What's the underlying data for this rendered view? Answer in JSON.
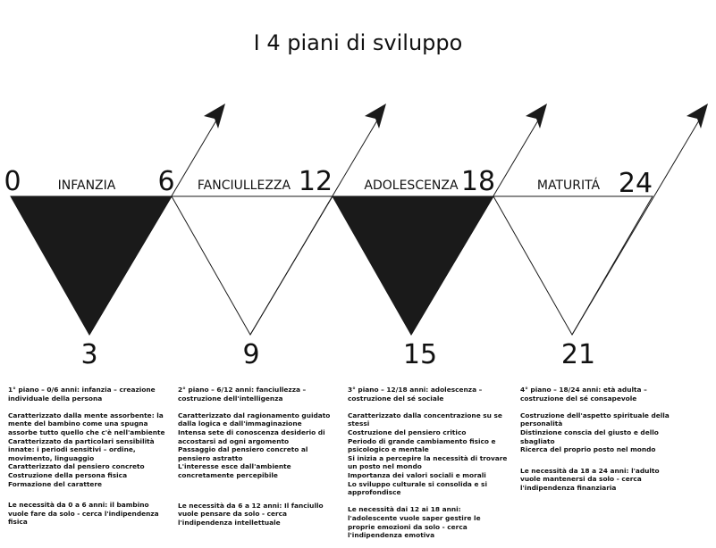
{
  "title": "I  4 piani di sviluppo",
  "ages_top": [
    "0",
    "6",
    "12",
    "18",
    "24"
  ],
  "ages_bottom": [
    "3",
    "9",
    "15",
    "21"
  ],
  "phases": [
    "INFANZIA",
    "FANCIULLEZZA",
    "ADOLESCENZA",
    "MATURITÁ"
  ],
  "colors": {
    "filled": "#1a1a1a",
    "line": "#1a1a1a",
    "background": "#ffffff"
  },
  "columns": [
    {
      "heading": "1° piano – 0/6 anni: infanzia – creazione individuale della persona",
      "characteristics": [
        "Caratterizzato dalla mente assorbente:  la mente del bambino  come una spugna  assorbe tutto quello che c'è nell'ambiente",
        "Caratterizzato da particolari sensibilità innate: i periodi sensitivi – ordine, movimento, linguaggio",
        "Caratterizzato dal pensiero concreto",
        "Costruzione della persona fisica",
        "Formazione del carattere"
      ],
      "need": "Le necessità da 0 a 6 anni: il bambino vuole fare da solo - cerca l'indipendenza fisica"
    },
    {
      "heading": "2° piano – 6/12 anni: fanciullezza – costruzione dell'intelligenza",
      "characteristics": [
        "Caratterizzato dal ragionamento guidato dalla logica e dall'immaginazione",
        "Intensa sete di conoscenza desiderio di accostarsi ad ogni argomento",
        "Passaggio dal pensiero concreto al pensiero astratto",
        "L'interesse esce dall'ambiente concretamente percepibile"
      ],
      "need": "Le necessità da 6 a 12 anni: Il fanciullo vuole pensare da solo - cerca l'indipendenza intellettuale"
    },
    {
      "heading": "3° piano – 12/18 anni: adolescenza – costruzione del sé sociale",
      "characteristics": [
        "Caratterizzato dalla concentrazione su se stessi",
        "Costruzione del pensiero critico",
        "Periodo di grande cambiamento fisico e psicologico e mentale",
        "Si inizia a percepire la necessità di trovare un posto nel mondo",
        "Importanza dei valori sociali e morali",
        "Lo sviluppo culturale si consolida e si approfondisce"
      ],
      "need": "Le necessità dai 12 ai 18 anni: l'adolescente  vuole saper gestire le proprie emozioni da solo - cerca l'indipendenza emotiva"
    },
    {
      "heading": "4° piano – 18/24 anni: età adulta – costruzione del sé consapevole",
      "characteristics": [
        "Costruzione dell'aspetto spirituale della personalità",
        "Distinzione conscia del giusto e dello sbagliato",
        "Ricerca del proprio posto nel mondo"
      ],
      "need": "Le necessità da 18 a 24 anni: l'adulto vuole mantenersi da solo - cerca l'indipendenza finanziaria"
    }
  ]
}
